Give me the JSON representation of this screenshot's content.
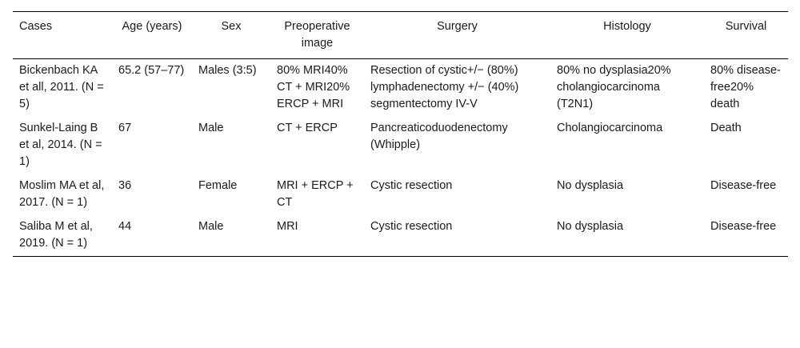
{
  "headers": {
    "cases": "Cases",
    "age": "Age (years)",
    "sex": "Sex",
    "image": "Preoperative image",
    "surgery": "Surgery",
    "histology": "Histology",
    "survival": "Survival"
  },
  "rows": [
    {
      "cases": "Bickenbach KA et all, 2011. (N = 5)",
      "age": "65.2 (57–77)",
      "sex": "Males (3:5)",
      "image": "80% MRI40% CT + MRI20% ERCP + MRI",
      "surgery": "Resection of cystic+/− (80%) lymphadenectomy +/− (40%) segmentectomy IV-V",
      "histology": "80% no dysplasia20% cholangiocarcinoma (T2N1)",
      "survival": "80% disease-free20% death"
    },
    {
      "cases": "Sunkel-Laing B et al, 2014. (N = 1)",
      "age": "67",
      "sex": "Male",
      "image": "CT + ERCP",
      "surgery": "Pancreaticoduodenectomy (Whipple)",
      "histology": "Cholangiocarcinoma",
      "survival": "Death"
    },
    {
      "cases": "Moslim MA et al, 2017. (N = 1)",
      "age": "36",
      "sex": "Female",
      "image": "MRI + ERCP + CT",
      "surgery": "Cystic resection",
      "histology": "No dysplasia",
      "survival": "Disease-free"
    },
    {
      "cases": "Saliba M et al, 2019. (N = 1)",
      "age": "44",
      "sex": "Male",
      "image": "MRI",
      "surgery": "Cystic resection",
      "histology": "No dysplasia",
      "survival": "Disease-free"
    }
  ]
}
